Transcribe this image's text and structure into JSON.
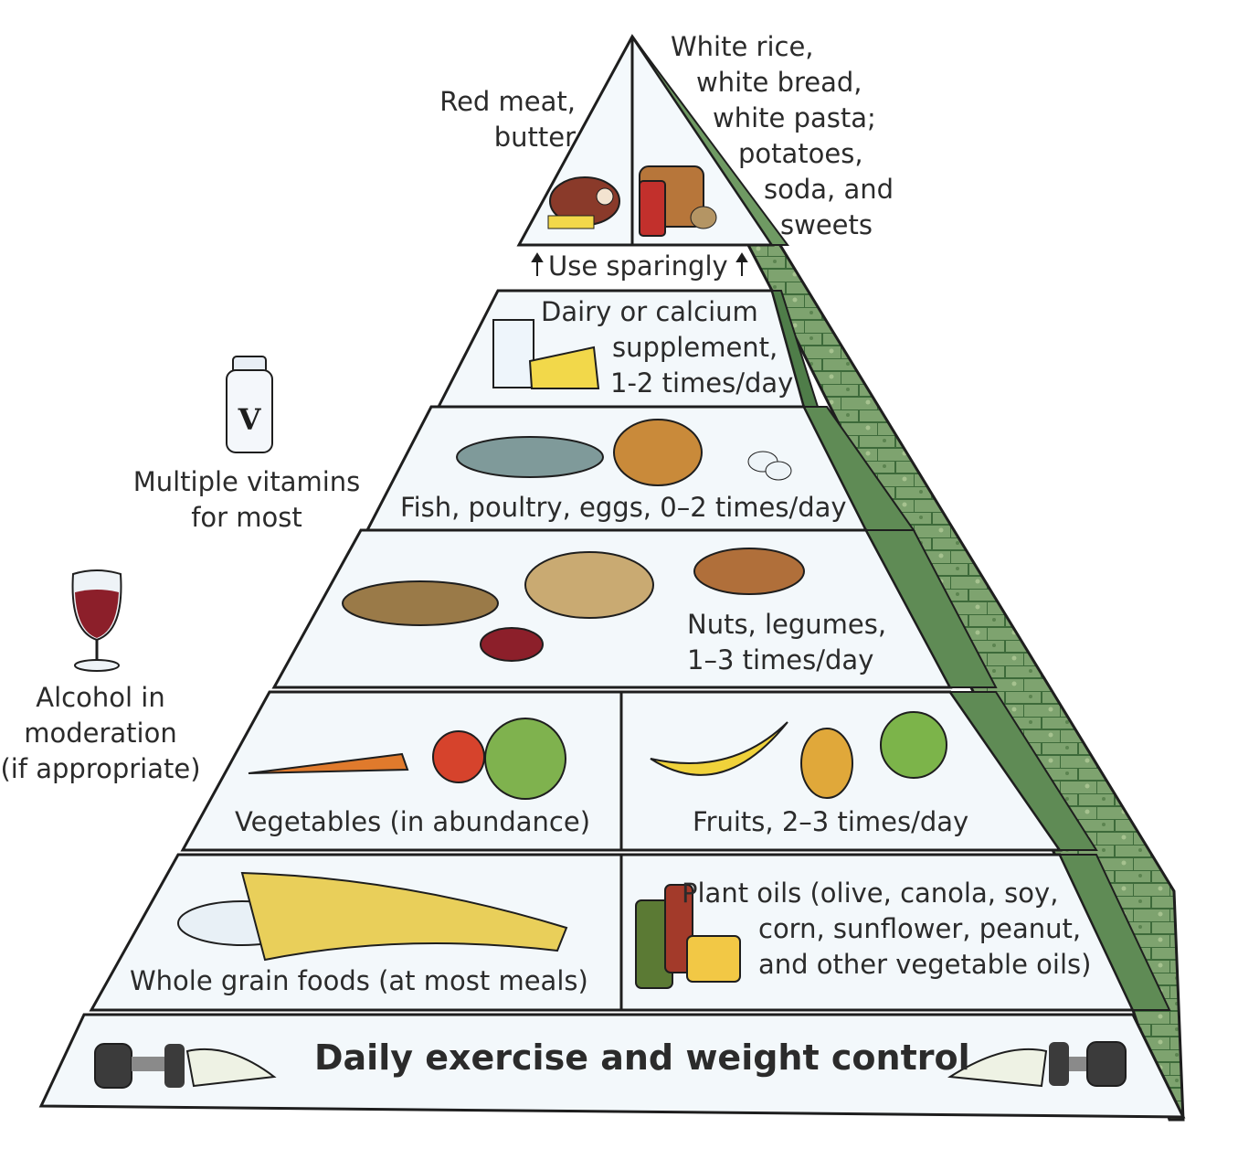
{
  "title": "Daily exercise and weight control",
  "pyramid": {
    "top_left": [
      "Red meat,",
      "butter"
    ],
    "top_right": [
      "White rice,",
      "white bread,",
      "white pasta;",
      "potatoes,",
      "soda, and",
      "sweets"
    ],
    "use_sparingly": "Use sparingly",
    "dairy": [
      "Dairy or calcium",
      "supplement,",
      "1-2 times/day"
    ],
    "protein": "Fish, poultry, eggs, 0–2 times/day",
    "nuts": [
      "Nuts, legumes,",
      "1–3 times/day"
    ],
    "vegetables": "Vegetables (in abundance)",
    "fruits": "Fruits, 2–3 times/day",
    "grains": "Whole grain foods (at most meals)",
    "oils": [
      "Plant oils (olive, canola, soy,",
      "corn, sunflower, peanut,",
      "and other vegetable oils)"
    ],
    "base": "Daily exercise and weight control"
  },
  "side": {
    "vitamins": [
      "Multiple vitamins",
      "for most"
    ],
    "vitamin_bottle_letter": "V",
    "alcohol": [
      "Alcohol in",
      "moderation",
      "(if appropriate)"
    ]
  },
  "colors": {
    "side_face": "#6f9a63",
    "side_face_dark": "#3f6b3c",
    "panel_fill": "#f3f8fb",
    "panel_edge": "#b7d2e2",
    "outline": "#1e1e1e"
  }
}
